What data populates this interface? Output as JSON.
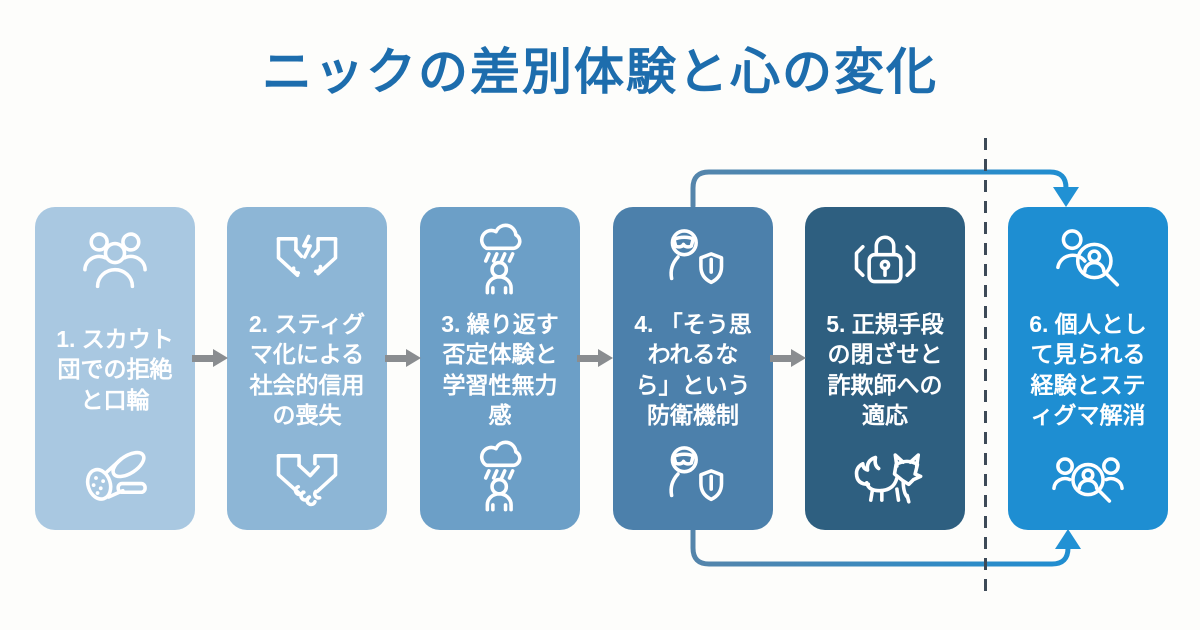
{
  "title": "ニックの差別体験と心の変化",
  "title_color": "#1d6dad",
  "background_color": "#fdfdfb",
  "steps": [
    {
      "number": 1,
      "label": "1. スカウト\n団での拒絶\nと口輪",
      "color": "#a9c8e1",
      "top_icon": "group-of-people",
      "bottom_icon": "muzzle"
    },
    {
      "number": 2,
      "label": "2. スティグ\nマ化による\n社会的信用\nの喪失",
      "color": "#8db6d6",
      "top_icon": "broken-handshake",
      "bottom_icon": "handshake"
    },
    {
      "number": 3,
      "label": "3. 繰り返す\n否定体験と\n学習性無力\n感",
      "color": "#6c9fc7",
      "top_icon": "rain-cloud-person",
      "bottom_icon": "rain-cloud-person"
    },
    {
      "number": 4,
      "label": "4. 「そう思\nわれるな\nら」という\n防衛機制",
      "color": "#4c80ab",
      "top_icon": "masked-person-shield",
      "bottom_icon": "masked-person-shield"
    },
    {
      "number": 5,
      "label": "5. 正規手段\nの閉ざせと\n詐欺師への\n適応",
      "color": "#2e5f80",
      "top_icon": "padlock",
      "bottom_icon": "fox"
    },
    {
      "number": 6,
      "label": "6. 個人とし\nて見られる\n経験とステ\nィグマ解消",
      "color": "#1e8ed2",
      "top_icon": "person-magnifier",
      "bottom_icon": "group-magnifier"
    }
  ],
  "connectors": {
    "between_steps_arrow_color": "#8a8d90",
    "divider_line_color": "#3d4a57",
    "divider_style": "dashed",
    "bypass_arrows": {
      "from_step": 4,
      "to_step": 6,
      "color_start": "#5585ab",
      "color_end": "#1e8ed2",
      "routes": [
        "over-top",
        "under-bottom"
      ]
    }
  }
}
